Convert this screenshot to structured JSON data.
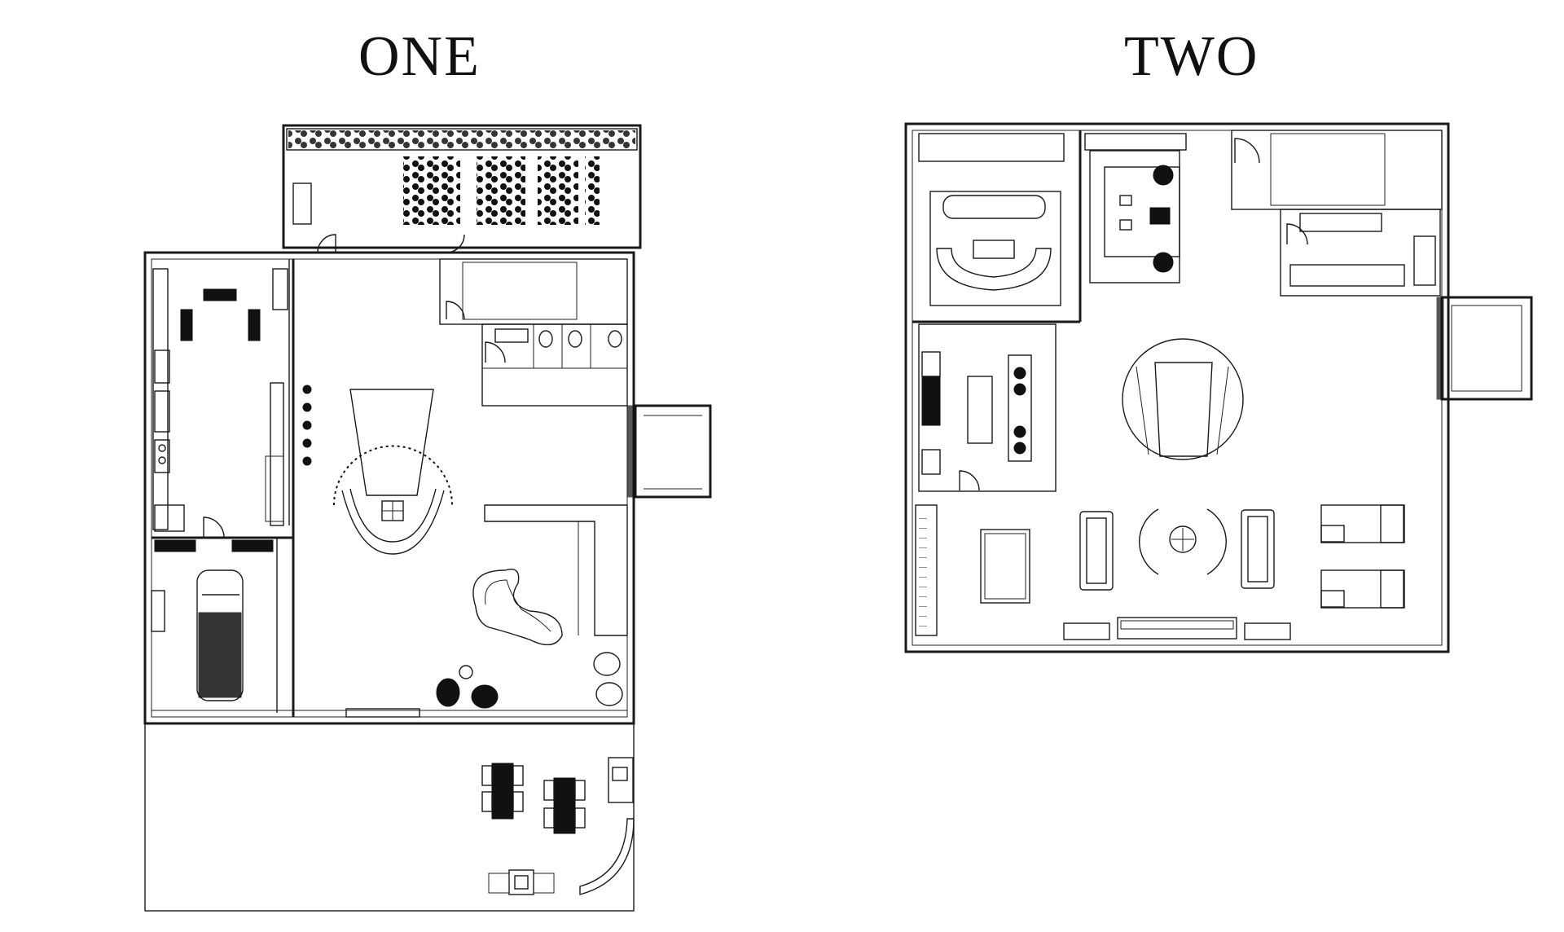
{
  "titles": {
    "plan_one": "ONE",
    "plan_two": "TWO"
  },
  "colors": {
    "background": "#ffffff",
    "linework": "#1a1a1a"
  },
  "icons": {
    "plan_one": "floor-plan-drawing",
    "plan_two": "floor-plan-drawing"
  }
}
